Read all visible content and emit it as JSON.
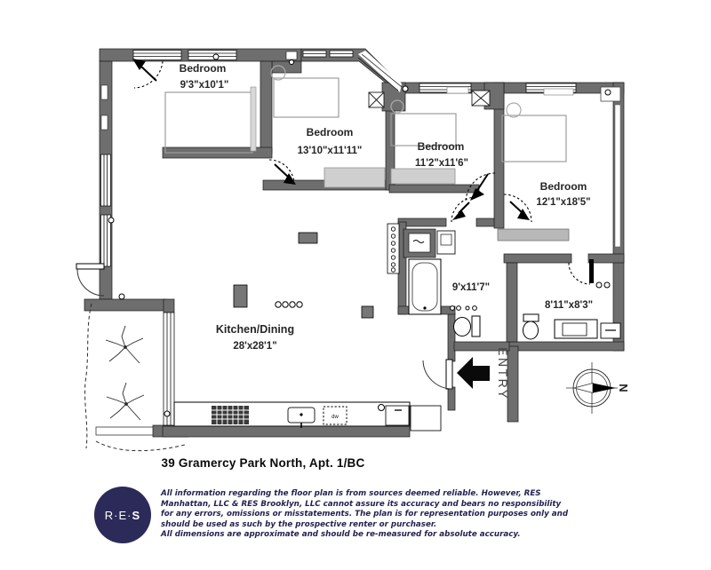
{
  "plan": {
    "rooms": [
      {
        "id": "bedroom-1",
        "name": "Bedroom",
        "dims": "9'3\"x10'1\""
      },
      {
        "id": "bedroom-2",
        "name": "Bedroom",
        "dims": "13'10\"x11'11\""
      },
      {
        "id": "bedroom-3",
        "name": "Bedroom",
        "dims": "11'2\"x11'6\""
      },
      {
        "id": "bedroom-4",
        "name": "Bedroom",
        "dims": "12'1\"x18'5\""
      },
      {
        "id": "hall-bath",
        "name": "",
        "dims": "9'x11'7\""
      },
      {
        "id": "bathroom-2",
        "name": "",
        "dims": "8'11\"x8'3\""
      },
      {
        "id": "kitchen-dining",
        "name": "Kitchen/Dining",
        "dims": "28'x28'1\""
      }
    ],
    "entry_label": "ENTRY",
    "compass_label": "N",
    "appliances": {
      "dishwasher": "dw"
    },
    "colors": {
      "wall": "#6e6e6e",
      "brand_navy": "#2b2a58"
    }
  },
  "footer": {
    "title": "39 Gramercy Park North, Apt. 1/BC",
    "logo": {
      "text_light": "R·E·",
      "text_bold": "S"
    },
    "disclaimer_lines": [
      "All information regarding the floor plan is from sources deemed reliable. However, RES",
      "Manhattan, LLC & RES Brooklyn, LLC cannot assure its accuracy and bears no responsibility",
      "for any errors, omissions or misstatements. The plan is for representation purposes only and",
      "should be used as such by the prospective renter or purchaser.",
      "All dimensions are approximate and should be re-measured for absolute accuracy."
    ]
  }
}
